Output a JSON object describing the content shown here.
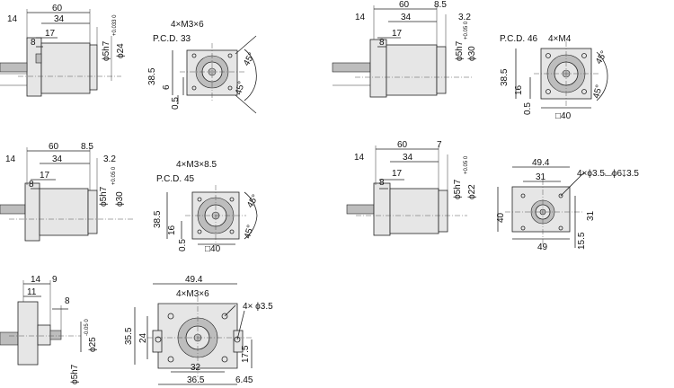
{
  "views": [
    {
      "id": "A",
      "labels": {
        "w60": "60",
        "w34": "34",
        "w14": "14",
        "w17": "17",
        "w8": "8",
        "phi5h7": "ϕ5h7",
        "phi24": "ϕ24",
        "tol24": "+0.033 0",
        "h385": "38.5",
        "h6": "6",
        "h05": "0.5",
        "holes": "4×M3×6",
        "pcd": "P.C.D. 33",
        "ang1": "45°",
        "ang2": "45°"
      }
    },
    {
      "id": "B",
      "labels": {
        "w60": "60",
        "w85": "8.5",
        "w32": "3.2",
        "w34": "34",
        "w14": "14",
        "w17": "17",
        "w8": "8",
        "phi5h7": "ϕ5h7",
        "phi30": "ϕ30",
        "tol30": "+0.05 0",
        "h385": "38.5",
        "h16": "16",
        "h05": "0.5",
        "sq40": "□40",
        "holes": "4×M4",
        "pcd": "P.C.D. 46",
        "ang1": "45°",
        "ang2": "45°"
      }
    },
    {
      "id": "C",
      "labels": {
        "w60": "60",
        "w85": "8.5",
        "w32": "3.2",
        "w34": "34",
        "w14": "14",
        "w17": "17",
        "w8": "8",
        "phi5h7": "ϕ5h7",
        "phi30": "ϕ30",
        "tol30": "+0.05 0",
        "h385": "38.5",
        "h16": "16",
        "h05": "0.5",
        "sq40": "□40",
        "holes": "4×M3×8.5",
        "pcd": "P.C.D. 45",
        "ang1": "45°",
        "ang2": "45°"
      }
    },
    {
      "id": "D",
      "labels": {
        "w60": "60",
        "w7": "7",
        "w34": "34",
        "w14": "14",
        "w17": "17",
        "w8": "8",
        "phi5h7": "ϕ5h7",
        "phi22": "ϕ22",
        "tol22": "+0.05 0",
        "w494": "49.4",
        "w31": "31",
        "h40": "40",
        "h31": "31",
        "w49": "49",
        "h155": "15.5",
        "holes": "4×ϕ3.5⌴ϕ6↧3.5"
      }
    },
    {
      "id": "E",
      "labels": {
        "w14": "14",
        "w9": "9",
        "w11": "11",
        "w8": "8",
        "phi25": "ϕ25",
        "tol25": "-0.05 0",
        "phi5h7": "ϕ5h7",
        "w494": "49.4",
        "holes_m3": "4×M3×6",
        "holes_35": "4× ϕ3.5",
        "h355": "35.5",
        "h24": "24",
        "h175": "17.5",
        "w32": "32",
        "w365": "36.5",
        "w645": "6.45"
      }
    }
  ]
}
